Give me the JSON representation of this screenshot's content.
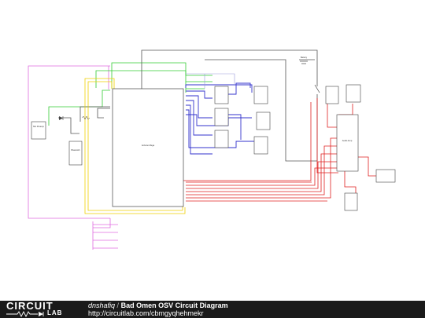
{
  "diagram": {
    "components": [
      {
        "id": "mcu",
        "label": "Arduino Mega",
        "sublabel": ""
      },
      {
        "id": "mic",
        "label": "Mic Preamp",
        "sublabel": ""
      },
      {
        "id": "bt",
        "label": "Bluetooth",
        "sublabel": ""
      },
      {
        "id": "led1",
        "label": "",
        "sublabel": ""
      },
      {
        "id": "led2",
        "label": "",
        "sublabel": ""
      },
      {
        "id": "led3",
        "label": "",
        "sublabel": ""
      },
      {
        "id": "led4",
        "label": "",
        "sublabel": ""
      },
      {
        "id": "led5",
        "label": "",
        "sublabel": ""
      },
      {
        "id": "led6",
        "label": "",
        "sublabel": ""
      },
      {
        "id": "audio",
        "label": "Audio Amp",
        "sublabel": ""
      },
      {
        "id": "switch",
        "label": "",
        "sublabel": ""
      },
      {
        "id": "battery",
        "label": "Battery",
        "sublabel": ""
      },
      {
        "id": "spk1",
        "label": "",
        "sublabel": ""
      },
      {
        "id": "spk2",
        "label": "",
        "sublabel": ""
      },
      {
        "id": "driver",
        "label": "",
        "sublabel": ""
      },
      {
        "id": "out1",
        "label": "",
        "sublabel": ""
      },
      {
        "id": "out2",
        "label": "",
        "sublabel": ""
      }
    ],
    "colors": {
      "magenta": "#e06be0",
      "green": "#33cc33",
      "yellow": "#f0d000",
      "blue": "#3333cc",
      "red": "#e02020",
      "gray": "#555555",
      "light": "#9999dd"
    }
  },
  "footer": {
    "logo_top": "CIRCUIT",
    "logo_bottom": "LAB",
    "author": "dnshafiq",
    "separator": "/",
    "title": "Bad Omen OSV Circuit Diagram",
    "url": "http://circuitlab.com/cbmgyqhehmekr"
  }
}
